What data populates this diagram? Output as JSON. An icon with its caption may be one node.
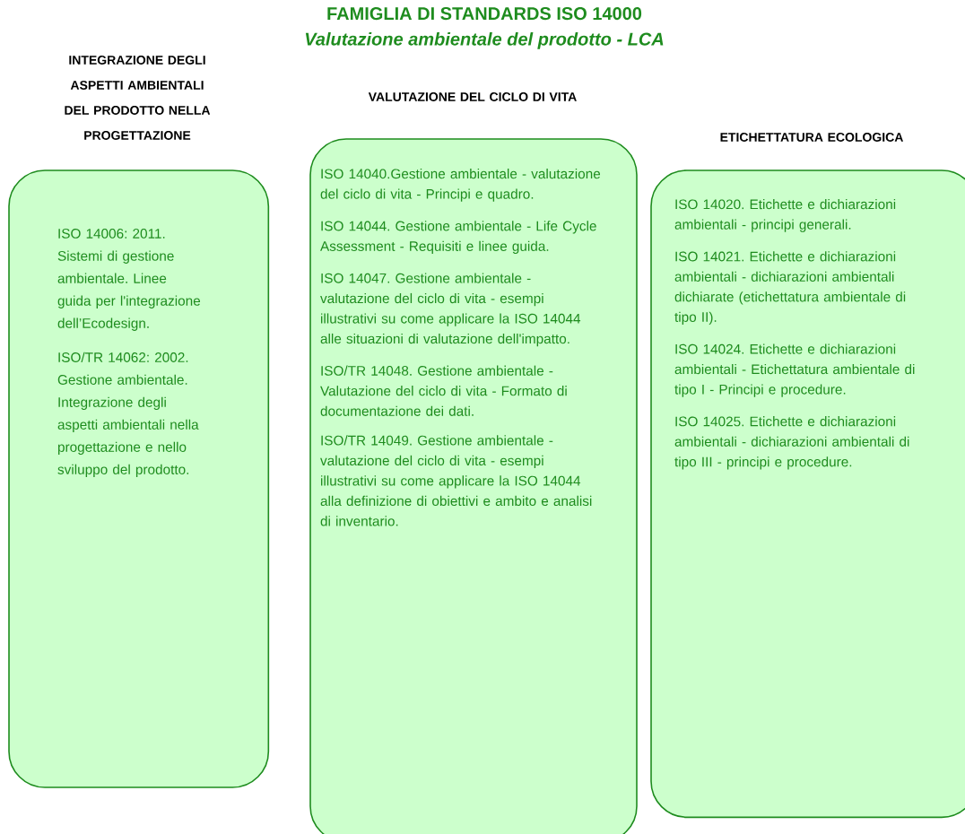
{
  "diagram": {
    "title": "FAMIGLIA DI STANDARDS ISO 14000",
    "nodes": [
      {
        "text": [
          "INTEGRAZIONE DEGLI ASPETTI AMBIENTALI DEL PRODOTTO NELLA PROGETTAZIONE",
          "ISO 14006: 2011. Sistemi di gestione ambientale. Linee guida per l'integrazione dell’Ecodesign.",
          "ISO/TR 14062: 2002. Gestione ambientale. Integrazione degli aspetti ambientali nella progettazione e nello sviluppo del prodotto."
        ]
      },
      {
        "text": [
          "VALUTAZIONE DEL CICLO DI VITA",
          "ISO 14040.Gestione ambientale - valutazione del ciclo di vita - Principi e quadro.",
          "ISO 14044. Gestione ambientale - Life Cycle Assessment - Requisiti e linee guida.",
          "ISO 14047. Gestione ambientale - valutazione del ciclo di vita - esempi illustrativi su come applicare la ISO 14044 alle situazioni di valutazione dell'impatto.",
          "ISO/TR 14048. Gestione ambientale - Valutazione del ciclo di vita - Formato di documentazione dei dati.",
          "ISO/TR 14049. Gestione ambientale - valutazione del ciclo di vita - esempi illustrativi su come applicare la ISO 14044 alla definizione di obiettivi e ambito e analisi di inventario."
        ]
      },
      {
        "text": [
          "ETICHETTATURA ECOLOGICA",
          "ISO 14020. Etichette e dichiarazioni ambientali - principi generali.",
          "ISO 14021. Etichette e dichiarazioni ambientali - dichiarazioni ambientali dichiarate (etichettatura ambientale di tipo II).",
          "ISO 14024. Etichette e dichiarazioni ambientali - Etichettatura ambientale di tipo I - Principi e procedure.",
          "ISO 14025. Etichette e dichiarazioni ambientali - dichiarazioni ambientali di tipo III - principi e procedure."
        ]
      }
    ],
    "labels": [
      "Valutazione ambientale del prodotto - LCA"
    ]
  }
}
